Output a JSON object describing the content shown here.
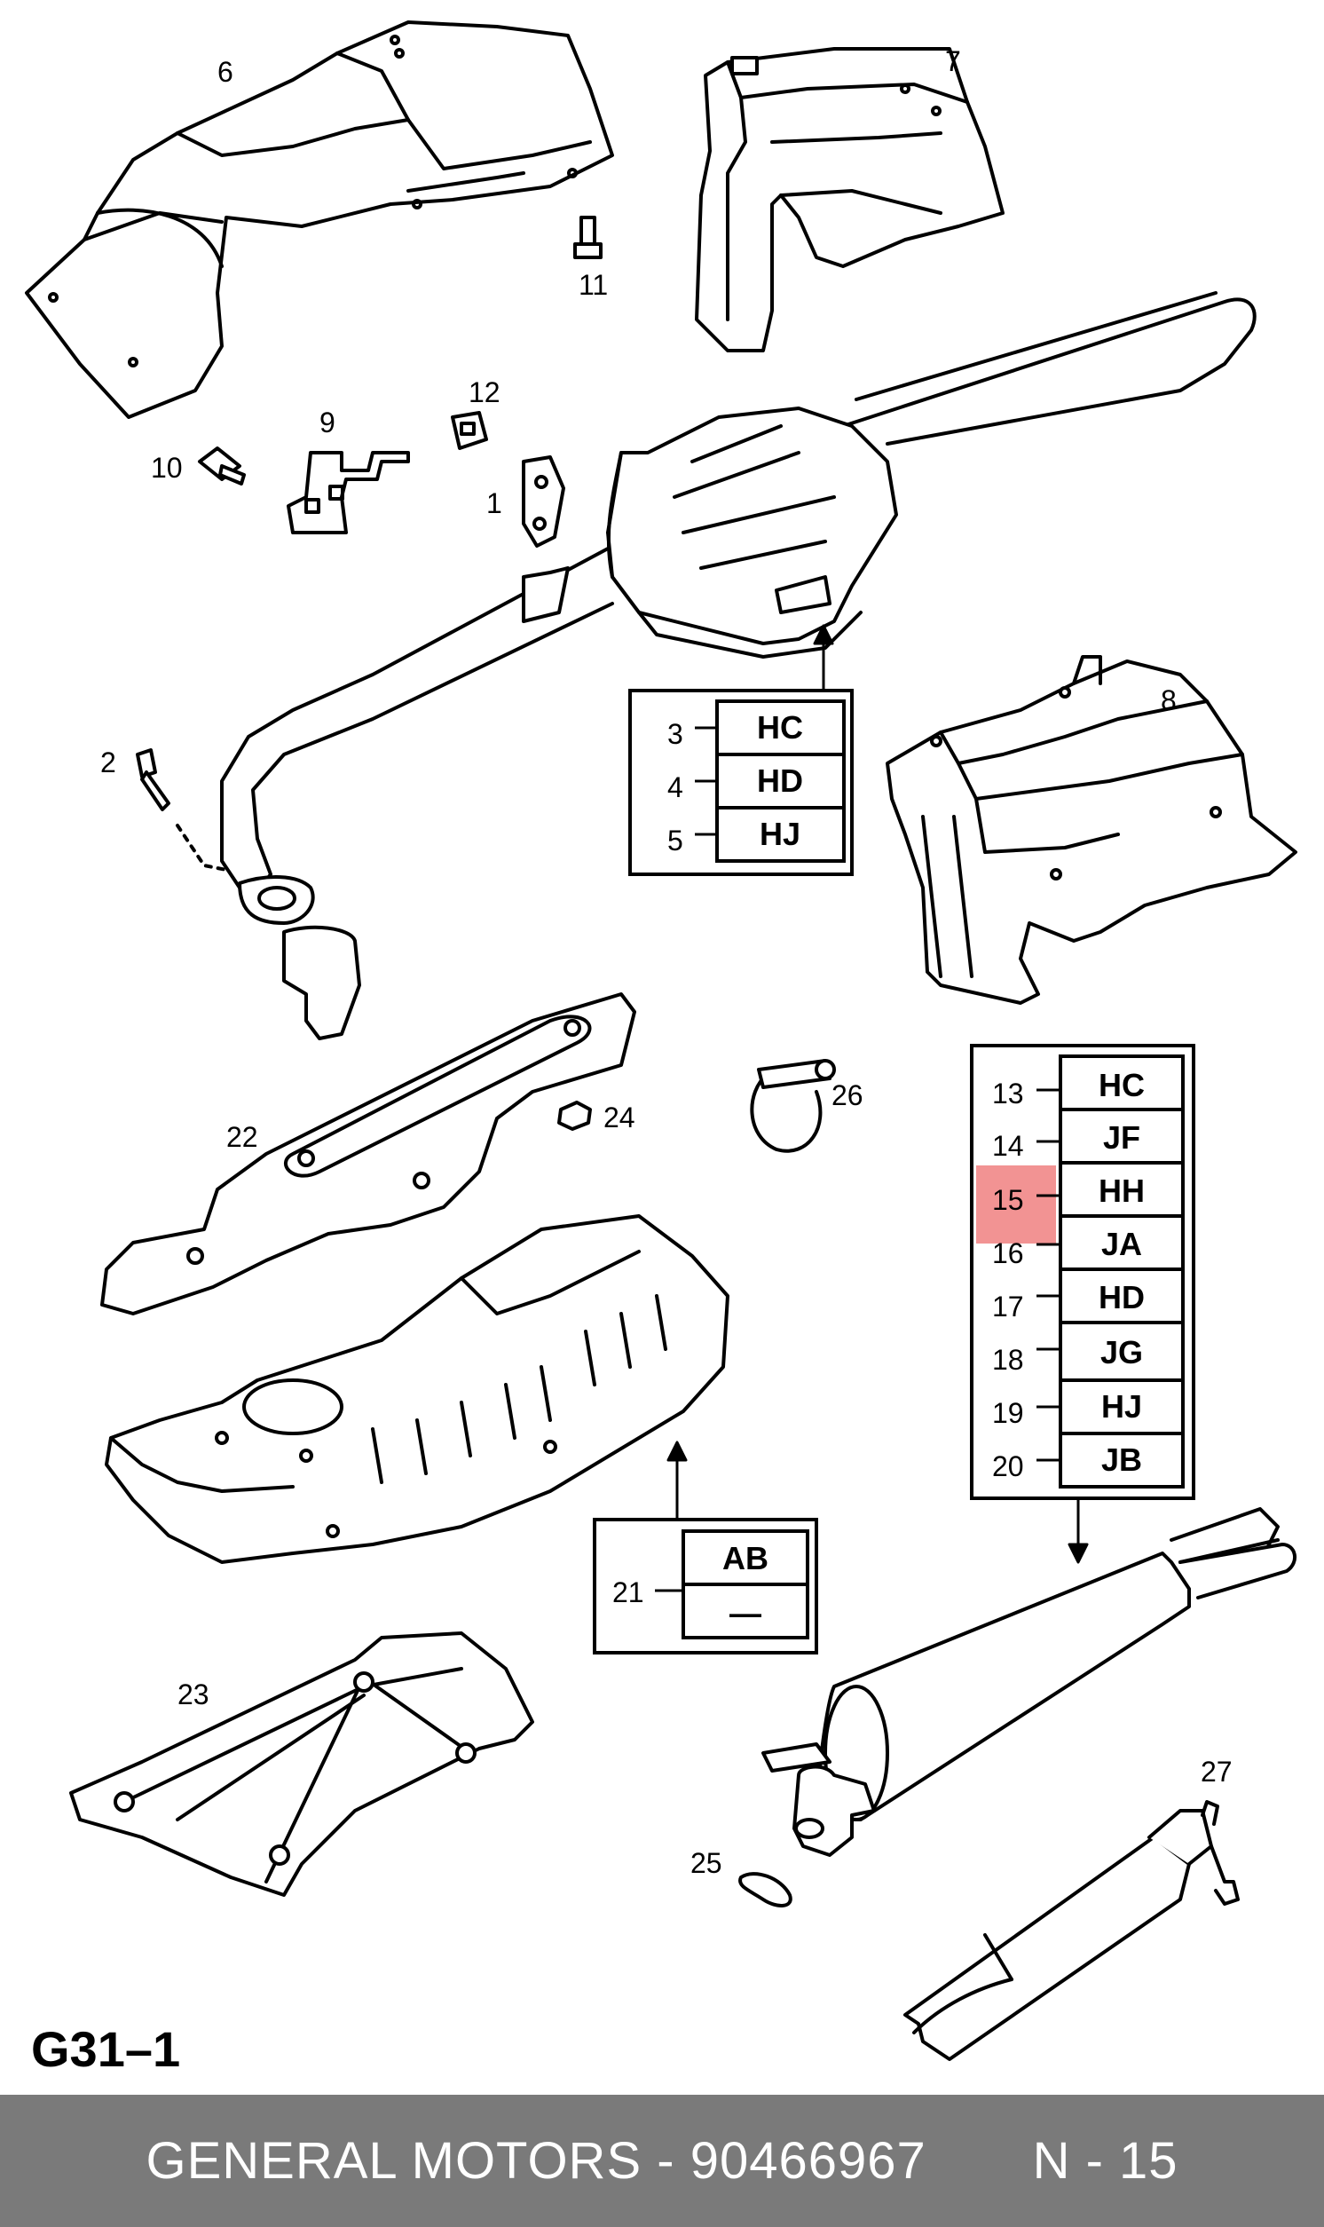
{
  "diagram_code": "G31–1",
  "footer": {
    "brand": "GENERAL MOTORS",
    "separator": "-",
    "part_number": "90466967",
    "page": "N - 15"
  },
  "highlight_color": "#f08080",
  "callouts": [
    "1",
    "2",
    "6",
    "7",
    "8",
    "9",
    "10",
    "11",
    "12",
    "22",
    "23",
    "24",
    "25",
    "26",
    "27"
  ],
  "box_a": {
    "rows": [
      {
        "num": "3",
        "code": "HC"
      },
      {
        "num": "4",
        "code": "HD"
      },
      {
        "num": "5",
        "code": "HJ"
      }
    ]
  },
  "box_b": {
    "highlighted_row": "15",
    "rows": [
      {
        "num": "13",
        "code": "HC"
      },
      {
        "num": "14",
        "code": "JF"
      },
      {
        "num": "15",
        "code": "HH"
      },
      {
        "num": "16",
        "code": "JA"
      },
      {
        "num": "17",
        "code": "HD"
      },
      {
        "num": "18",
        "code": "JG"
      },
      {
        "num": "19",
        "code": "HJ"
      },
      {
        "num": "20",
        "code": "JB"
      }
    ]
  },
  "box_c": {
    "num": "21",
    "rows": [
      "AB",
      "—"
    ]
  }
}
